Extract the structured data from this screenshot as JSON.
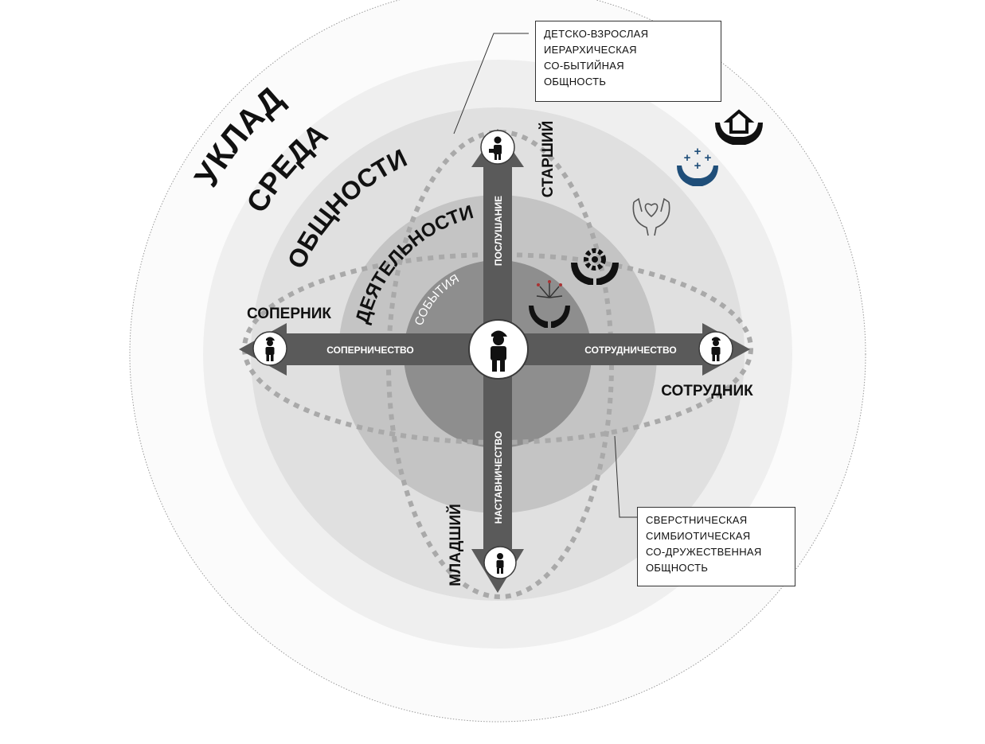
{
  "rings": {
    "outer_1": "УКЛАД",
    "outer_2": "СРЕДА",
    "communities": "ОБЩНОСТИ",
    "activities": "ДЕЯТЕЛЬНОСТИ",
    "events": "СОБЫТИЯ"
  },
  "axes": {
    "up": "ПОСЛУШАНИЕ",
    "down": "НАСТАВНИЧЕСТВО",
    "left": "СОПЕРНИЧЕСТВО",
    "right": "СОТРУДНИЧЕСТВО"
  },
  "roles": {
    "elder": "СТАРШИЙ",
    "junior": "МЛАДШИЙ",
    "rival": "СОПЕРНИК",
    "collaborator": "СОТРУДНИК"
  },
  "callouts": {
    "top": [
      "ДЕТСКО-ВЗРОСЛАЯ",
      "ИЕРАРХИЧЕСКАЯ",
      "СО-БЫТИЙНАЯ",
      "ОБЩНОСТЬ"
    ],
    "bottom": [
      "СВЕРСТНИЧЕСКАЯ",
      "СИМБИОТИЧЕСКАЯ",
      "СО-ДРУЖЕСТВЕННАЯ",
      "ОБЩНОСТЬ"
    ]
  },
  "colors": {
    "ring_outer": "#f4f4f4",
    "ring_communities": "#dcdcdc",
    "ring_activities": "#bdbdbd",
    "ring_events": "#8e8e8e",
    "arrow": "#5a5a5a",
    "accent_blue": "#1f4e79"
  },
  "icons": [
    "house-hands-icon",
    "medical-hands-icon",
    "heart-hands-icon",
    "gear-hands-icon",
    "fireworks-hands-icon",
    "person-icon",
    "businessman-icon",
    "child-icon"
  ]
}
